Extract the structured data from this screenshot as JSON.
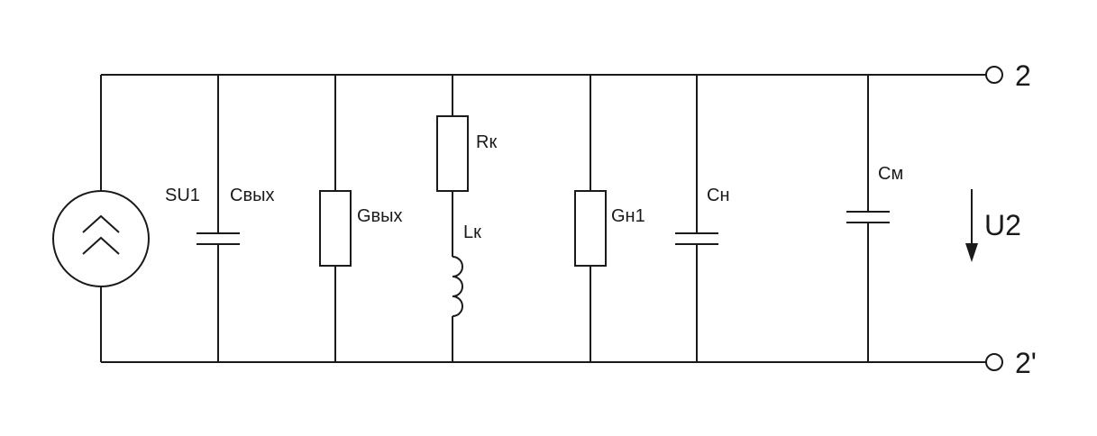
{
  "diagram": {
    "labels": {
      "source_gain": "SU1",
      "c_out": "Свых",
      "g_out": "Gвых",
      "r_coil": "Rк",
      "l_coil": "Lк",
      "g_load": "Gн1",
      "c_load": "Сн",
      "c_mount": "См",
      "voltage": "U2",
      "terminal_top": "2",
      "terminal_bottom": "2'"
    }
  }
}
